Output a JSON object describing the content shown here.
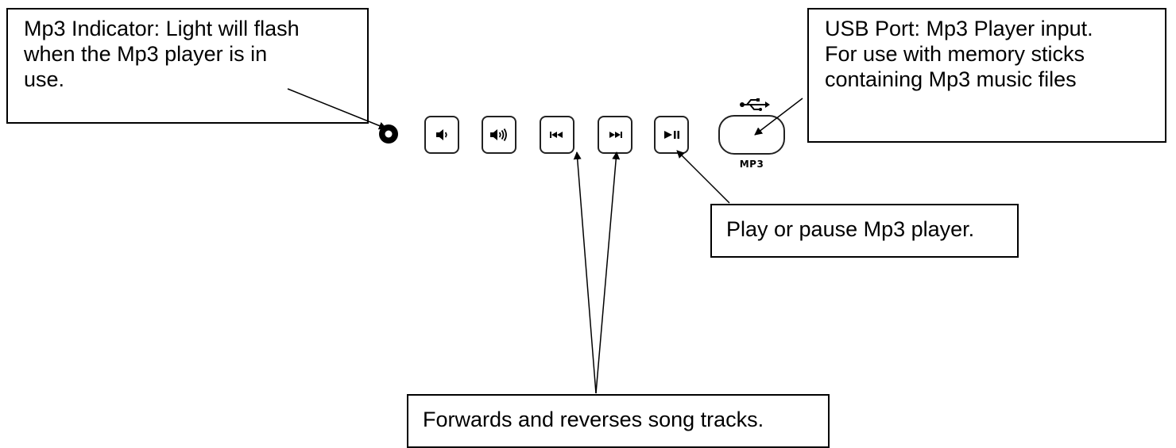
{
  "callouts": {
    "indicator": "Mp3 Indicator: Light will flash\nwhen the Mp3 player is in\nuse.",
    "usb": "USB Port: Mp3 Player input.\nFor use with memory sticks\ncontaining Mp3 music files",
    "play": "Play or pause Mp3 player.",
    "tracks": "Forwards and reverses song tracks."
  },
  "panel": {
    "usb_label": "MP3",
    "buttons": [
      {
        "icon": "volume-down-icon"
      },
      {
        "icon": "volume-up-icon"
      },
      {
        "icon": "previous-track-icon"
      },
      {
        "icon": "next-track-icon"
      },
      {
        "icon": "play-pause-icon"
      }
    ],
    "usb_icon": "usb-symbol-icon",
    "indicator_icon": "indicator-light-icon"
  }
}
